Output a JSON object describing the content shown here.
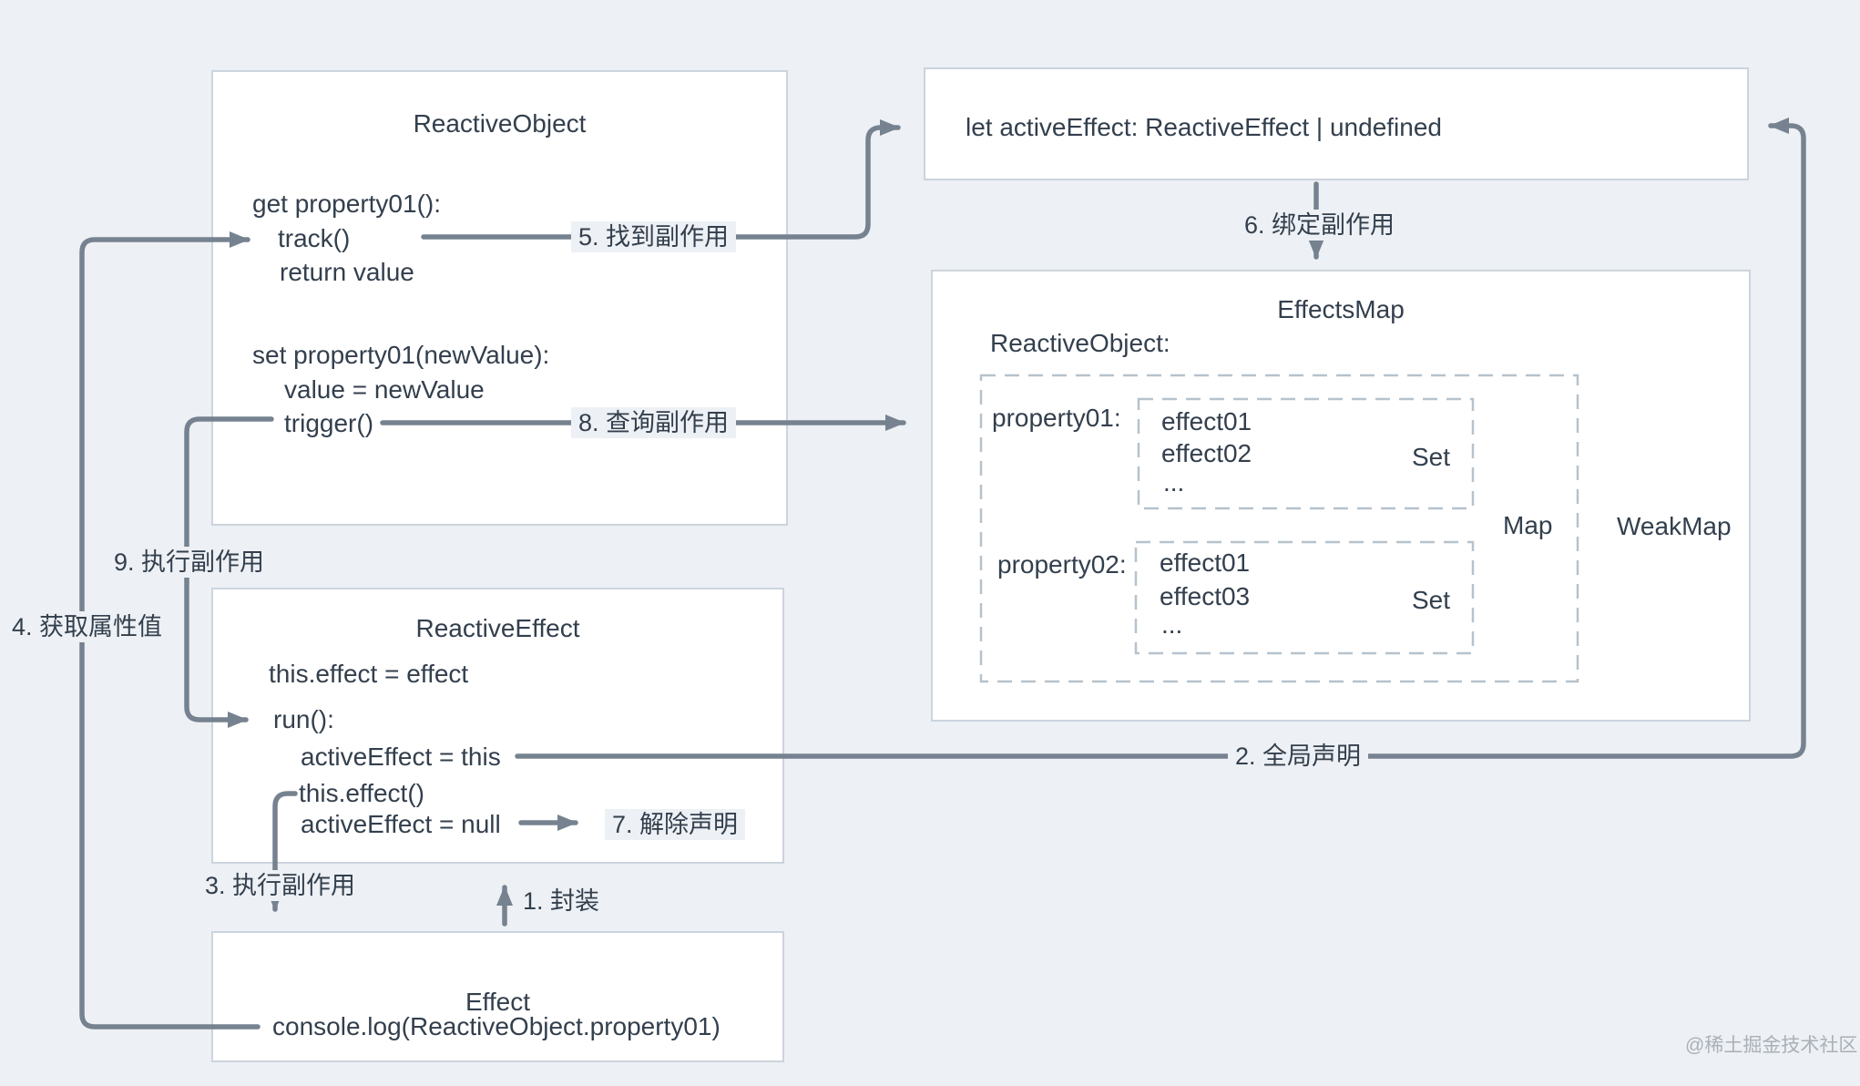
{
  "canvas": {
    "bg": "#edf0f4"
  },
  "colors": {
    "text": "#333f4d",
    "arrow": "#76828f",
    "box_border": "#ccd4dd",
    "dashed_border": "#b6c2cc",
    "watermark": "#a9b0b8"
  },
  "reactive_object": {
    "title": "ReactiveObject",
    "get_line": "get property01():",
    "track": "track()",
    "return_line": "return value",
    "set_line": "set property01(newValue):",
    "value_line": "value = newValue",
    "trigger": "trigger()"
  },
  "active_effect": {
    "declaration": "let activeEffect: ReactiveEffect | undefined"
  },
  "effects_map": {
    "title": "EffectsMap",
    "object_key": "ReactiveObject:",
    "property01": {
      "key": "property01:",
      "effects": [
        "effect01",
        "effect02",
        "..."
      ],
      "set_label": "Set"
    },
    "property02": {
      "key": "property02:",
      "effects": [
        "effect01",
        "effect03",
        "..."
      ],
      "set_label": "Set"
    },
    "map_label": "Map",
    "weakmap_label": "WeakMap"
  },
  "reactive_effect": {
    "title": "ReactiveEffect",
    "line1": "this.effect = effect",
    "run": "run():",
    "line2": "activeEffect = this",
    "line3": "this.effect()",
    "line4": "activeEffect = null"
  },
  "effect": {
    "title": "Effect",
    "body": "console.log(ReactiveObject.property01)"
  },
  "steps": {
    "s1": "1. 封装",
    "s2": "2. 全局声明",
    "s3": "3. 执行副作用",
    "s4": "4. 获取属性值",
    "s5": "5. 找到副作用",
    "s6": "6. 绑定副作用",
    "s7": "7. 解除声明",
    "s8": "8. 查询副作用",
    "s9": "9. 执行副作用"
  },
  "watermark": "@稀土掘金技术社区"
}
